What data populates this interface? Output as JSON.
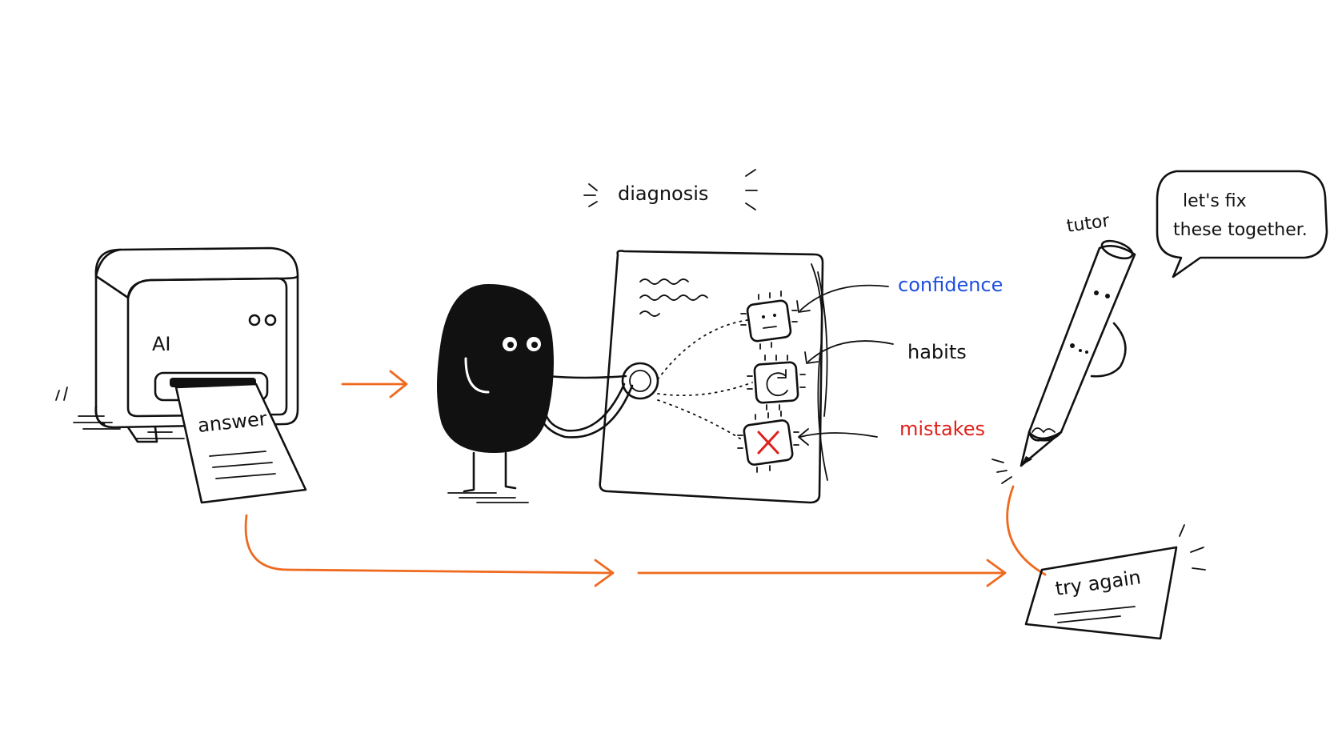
{
  "printer": {
    "screen_label": "AI",
    "paper_label": "answer"
  },
  "diagnosis": {
    "title": "diagnosis",
    "signals": [
      {
        "label": "confidence",
        "color": "#1f4fe0",
        "icon": "face-chip-icon"
      },
      {
        "label": "habits",
        "color": "#111111",
        "icon": "refresh-chip-icon"
      },
      {
        "label": "mistakes",
        "color": "#e0201b",
        "icon": "x-chip-icon"
      }
    ]
  },
  "tutor": {
    "label": "tutor",
    "speech_line1": "let's fix",
    "speech_line2": "these together."
  },
  "outcome": {
    "card_label": "try again"
  },
  "colors": {
    "arrow": "#ef6a1f",
    "ink": "#111111",
    "mistake_mark": "#e0201b"
  }
}
